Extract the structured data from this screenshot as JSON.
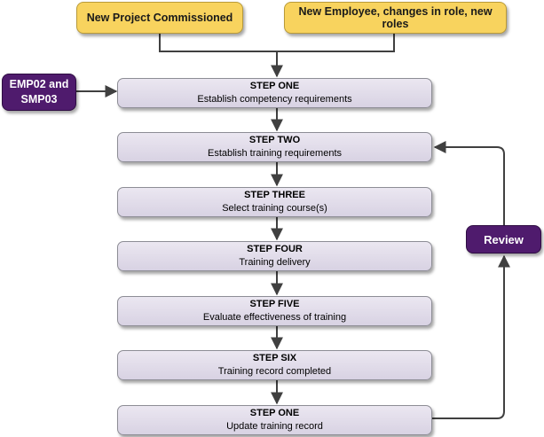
{
  "triggers": [
    {
      "label": "New Project Commissioned"
    },
    {
      "label": "New Employee, changes in role, new roles"
    }
  ],
  "input_box": {
    "label_line1": "EMP02 and",
    "label_line2": "SMP03"
  },
  "review_box": {
    "label": "Review"
  },
  "steps": [
    {
      "title": "STEP ONE",
      "desc": "Establish competency requirements"
    },
    {
      "title": "STEP TWO",
      "desc": "Establish training requirements"
    },
    {
      "title": "STEP THREE",
      "desc": "Select training course(s)"
    },
    {
      "title": "STEP FOUR",
      "desc": "Training delivery"
    },
    {
      "title": "STEP FIVE",
      "desc": "Evaluate effectiveness of training"
    },
    {
      "title": "STEP SIX",
      "desc": "Training record completed"
    },
    {
      "title": "STEP ONE",
      "desc": "Update training record"
    }
  ],
  "colors": {
    "trigger_fill": "#f8d35e",
    "step_fill": "#e3deeb",
    "side_fill": "#4f1b6d",
    "connector": "#404040"
  }
}
